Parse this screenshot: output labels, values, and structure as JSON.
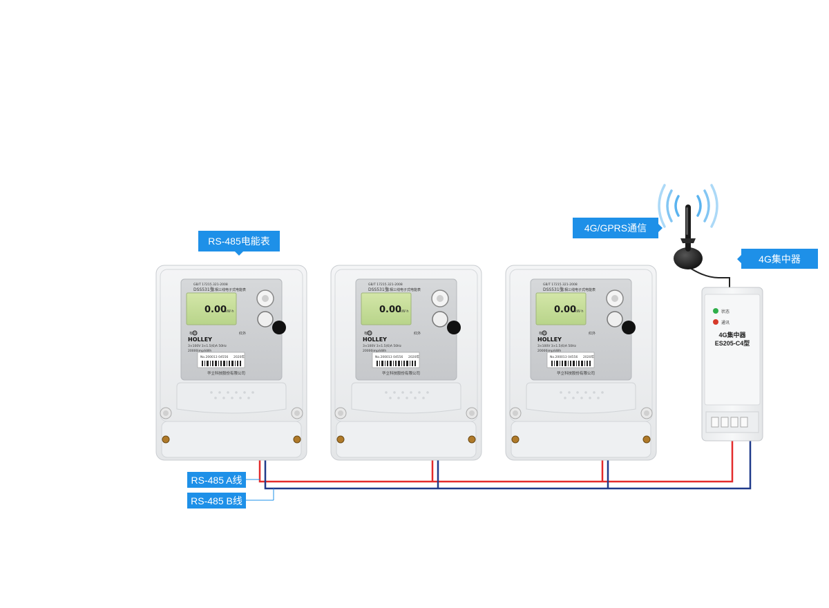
{
  "labels": {
    "meter_label": "RS-485电能表",
    "gprs_label": "4G/GPRS通信",
    "concentrator_label": "4G集中器",
    "wire_a_label": "RS-485 A线",
    "wire_b_label": "RS-485 B线"
  },
  "meter": {
    "standard": "GB/T 17215.321-2008",
    "model": "DSS531型",
    "type_name": "三相三线电子式电能表",
    "display_reading": "0.00",
    "display_unit": "kW·h",
    "active_label": "有功",
    "ir_label": "红外",
    "brand": "HOLLEY",
    "rating": "3×100V  3×1.5(6)A  50Hz",
    "constant": "20000imp/kWh",
    "serial": "No.200013 04556",
    "year": "2020年",
    "maker": "华立科技股份有限公司"
  },
  "concentrator": {
    "led_status": "状态",
    "led_comm": "通讯",
    "title": "4G集中器",
    "model": "ES205-C4型"
  },
  "colors": {
    "accent": "#1e90e8",
    "wire_a": "#e32b2b",
    "wire_b": "#1f3a8a",
    "signal": "#5ab3ef"
  }
}
